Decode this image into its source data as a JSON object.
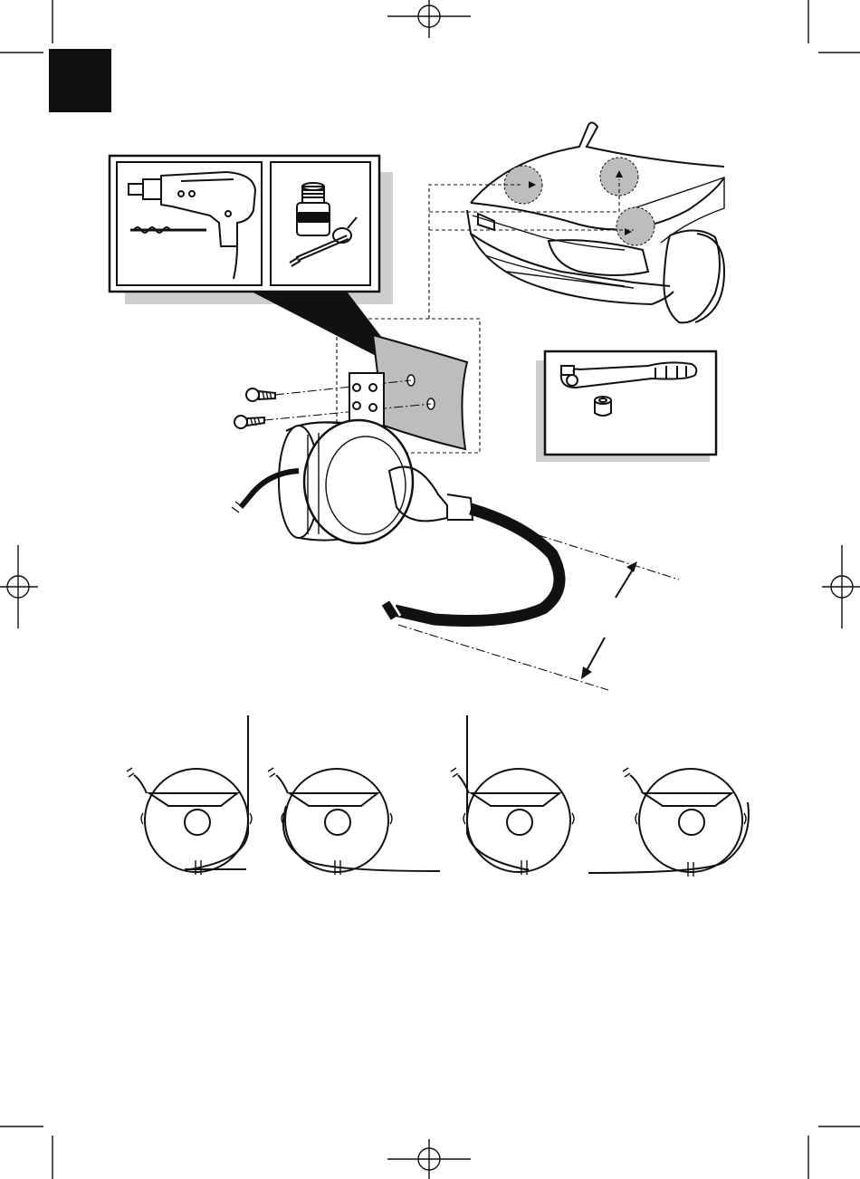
{
  "page": {
    "section_tab_color": "#111111",
    "accent_grey": "#bdbdbd",
    "shadow_grey": "#cfcfcf"
  },
  "tool_panel": {
    "tools": [
      "drill-icon",
      "drill-bit-icon",
      "thread-lock-tube-icon",
      "applicator-brush-icon"
    ]
  },
  "wrench_panel": {
    "tools": [
      "ratchet-wrench-icon",
      "socket-icon"
    ]
  },
  "car": {
    "mount_locations": 3
  },
  "horn_assembly": {
    "parts": [
      "mounting-bracket",
      "screws",
      "horn",
      "air-hose",
      "wire"
    ]
  },
  "orientation_steps": {
    "count": 4
  }
}
